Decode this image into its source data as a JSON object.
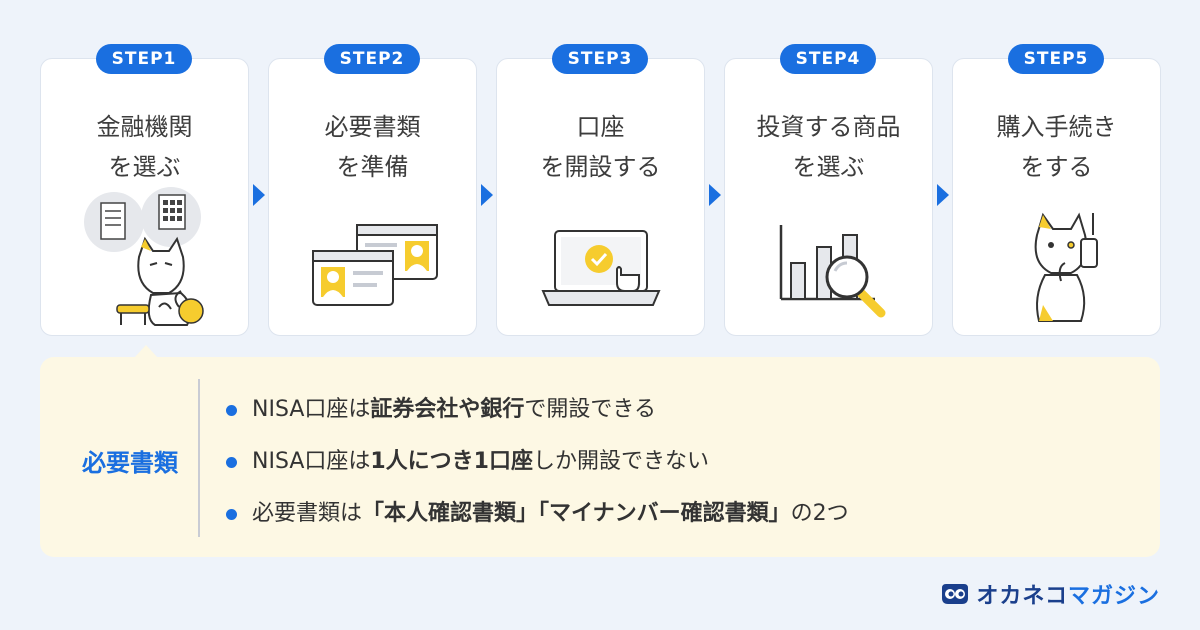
{
  "steps": [
    {
      "badge": "STEP1",
      "line1": "金融機関",
      "line2": "を選ぶ"
    },
    {
      "badge": "STEP2",
      "line1": "必要書類",
      "line2": "を準備"
    },
    {
      "badge": "STEP3",
      "line1": "口座",
      "line2": "を開設する"
    },
    {
      "badge": "STEP4",
      "line1": "投資する商品",
      "line2": "を選ぶ"
    },
    {
      "badge": "STEP5",
      "line1": "購入手続き",
      "line2": "をする"
    }
  ],
  "info": {
    "label": "必要書類",
    "bullets": [
      {
        "pre": "NISA口座は",
        "bold": "証券会社や銀行",
        "post": "で開設できる"
      },
      {
        "pre": "NISA口座は",
        "bold": "1人につき1口座",
        "post": "しか開設できない"
      },
      {
        "pre": "必要書類は",
        "bold": "「本人確認書類」「マイナンバー確認書類」",
        "post": "の2つ"
      }
    ]
  },
  "logo": {
    "part1": "オカネコ",
    "part2": "マガジン"
  },
  "colors": {
    "accent": "#1a6fe0",
    "yellow": "#f6cc2e",
    "panel": "#fdf8e4",
    "background": "#eef3fa"
  },
  "icons": [
    "buildings-cat-icon",
    "id-cards-icon",
    "laptop-check-icon",
    "chart-magnifier-icon",
    "cat-smartphone-icon",
    "logo-icon"
  ]
}
